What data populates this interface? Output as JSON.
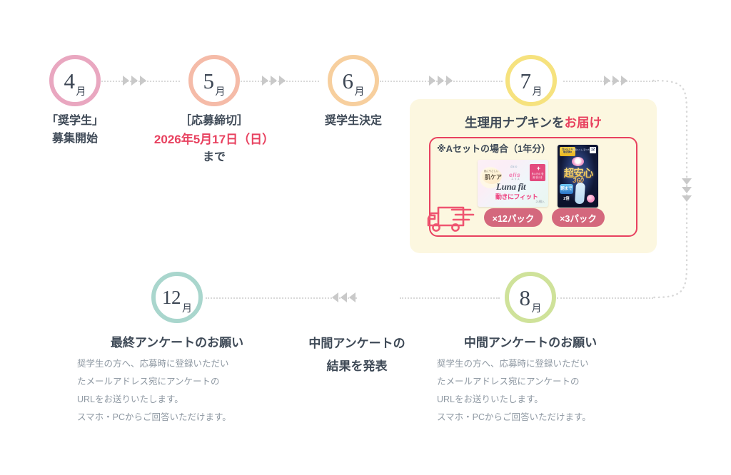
{
  "timeline": {
    "top_row": [
      {
        "id": "apr",
        "month_number": "4",
        "month_unit": "月",
        "circle_color": "#e9a7c0",
        "caption_line1": "「奨学生」",
        "caption_line2": "募集開始"
      },
      {
        "id": "may",
        "month_number": "5",
        "month_unit": "月",
        "circle_color": "#f5bba8",
        "caption_line1": "［応募締切］",
        "caption_line2": "2026年5月17日（日）",
        "caption_line3": "まで",
        "highlight_color": "#e8415f"
      },
      {
        "id": "jun",
        "month_number": "6",
        "month_unit": "月",
        "circle_color": "#f7cf9e",
        "caption_line1": "奨学生決定"
      },
      {
        "id": "jul",
        "month_number": "7",
        "month_unit": "月",
        "circle_color": "#f6e27e"
      }
    ],
    "bottom_row": [
      {
        "id": "dec",
        "month_number": "12",
        "month_unit": "月",
        "circle_color": "#a9d6cd",
        "heading": "最終アンケートのお願い",
        "body": [
          "奨学生の方へ、応募時に登録いただい",
          "たメールアドレス宛にアンケートの",
          "URLをお送りいたします。",
          "スマホ・PCからご回答いただけます。"
        ]
      },
      {
        "id": "mid-result",
        "heading_line1": "中間アンケートの",
        "heading_line2": "結果を発表"
      },
      {
        "id": "aug",
        "month_number": "8",
        "month_unit": "月",
        "circle_color": "#cfe29a",
        "heading": "中間アンケートのお願い",
        "body": [
          "奨学生の方へ、応募時に登録いただい",
          "たメールアドレス宛にアンケートの",
          "URLをお送りいたします。",
          "スマホ・PCからご回答いただけます。"
        ]
      }
    ]
  },
  "delivery": {
    "title_plain": "生理用ナプキンを",
    "title_red": "お届け",
    "set_note": "※Aセットの場合（1年分）",
    "panel_bg": "#fcf7e0",
    "box_border": "#e8415f",
    "products": [
      {
        "id": "luna-fit",
        "brand_top": "daio",
        "brand": "elis",
        "brand_sub": "エリス",
        "name": "Luna fit",
        "tagline": "動きにフィット",
        "bubble_top": "肌にやさしい",
        "bubble_text": "肌ケア",
        "corner_text": "多い日の 昼用 羽つき",
        "count_text": "21個入",
        "label": "×12パック"
      },
      {
        "id": "choanshin",
        "top_badge": "ヨレにくい 吸収体α",
        "top_right": "夜用スリム 羽つき",
        "count_badge": "12",
        "brand_small": "elis",
        "name_kanji": "超安心",
        "name_number": "360",
        "side_badge": "朝まで2倍",
        "label": "×3パック"
      }
    ]
  },
  "icons": {
    "truck": "delivery-truck-icon",
    "arrow_right": "arrow-right-icon",
    "arrow_left": "arrow-left-icon",
    "arrow_down": "arrow-down-icon"
  }
}
